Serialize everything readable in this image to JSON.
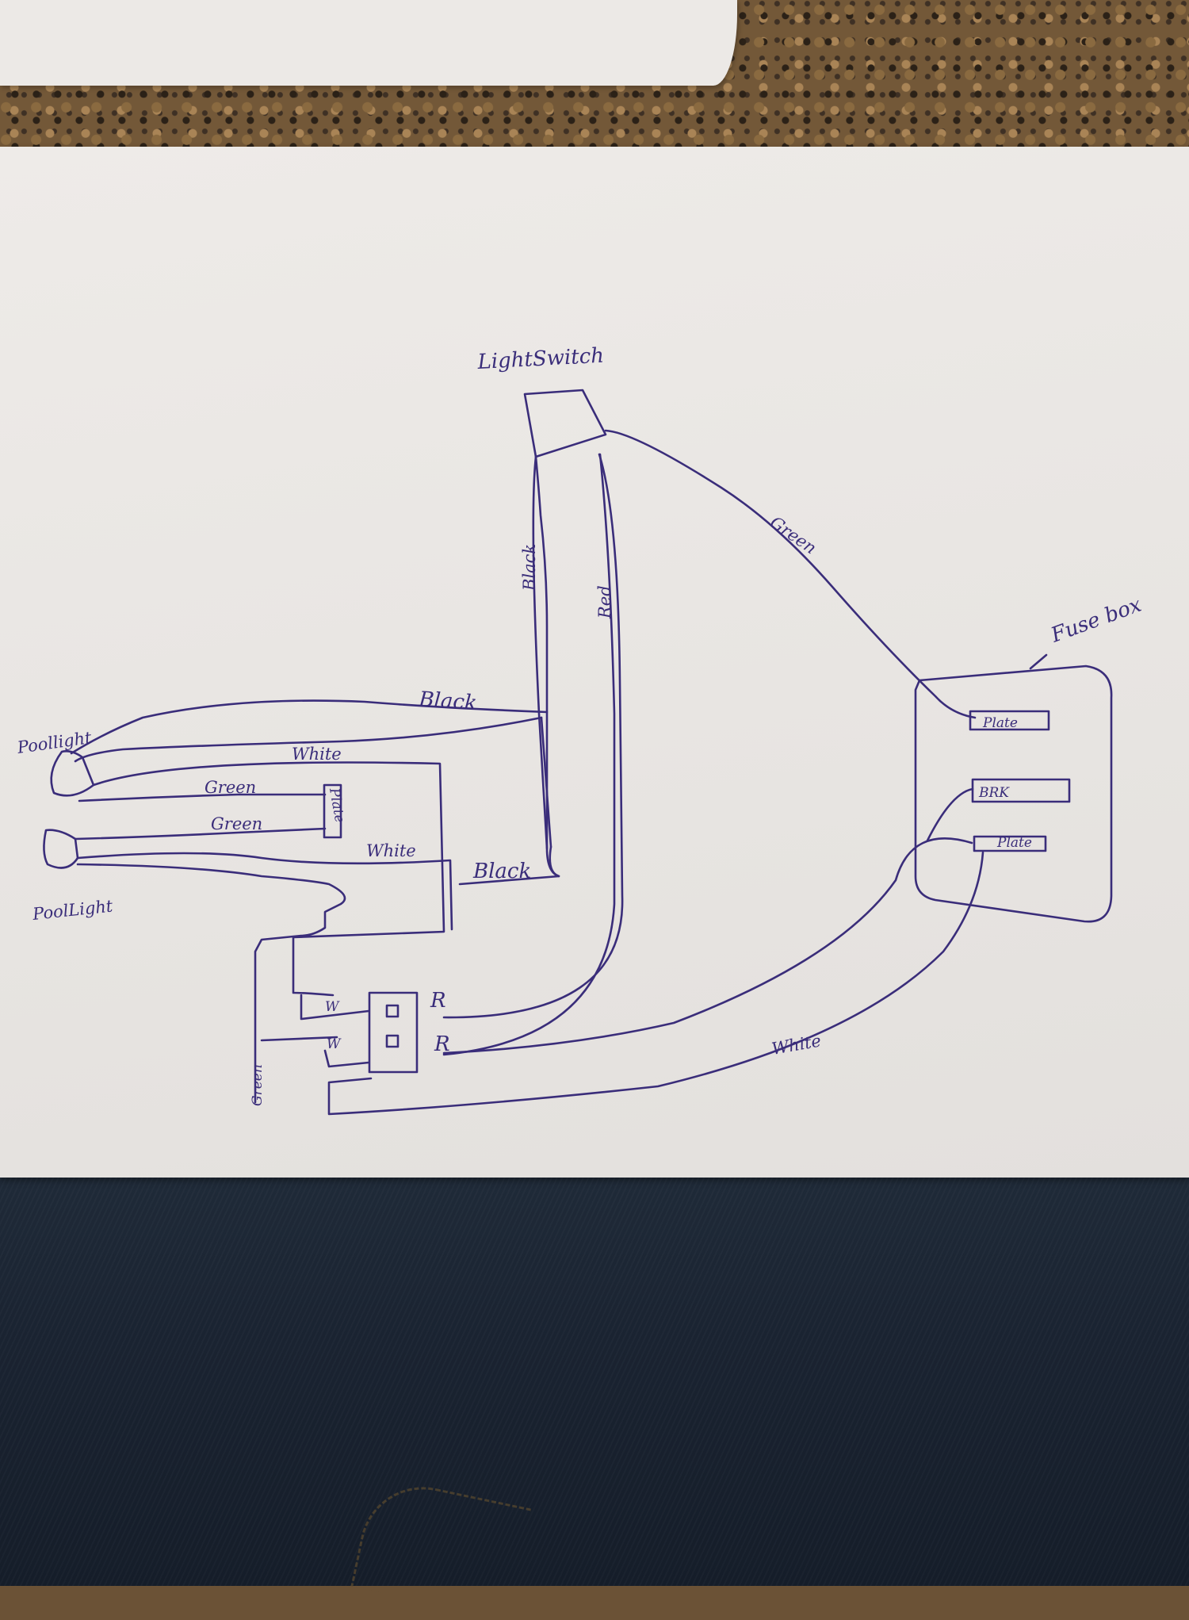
{
  "photo": {
    "paper_color": "#ece9e6",
    "ink_color": "#3a2d7a",
    "countertop": "granite",
    "foreground": "jeans"
  },
  "diagram": {
    "components": {
      "light_switch": "LightSwitch",
      "fuse_box": "Fuse box",
      "pool_light_top": "Poollight",
      "pool_light_bottom": "PoolLight"
    },
    "wires": {
      "black_switch": "Black",
      "red_switch": "Red",
      "green_switch_to_fuse": "Green",
      "black_to_pool_light": "Black",
      "white_top_light": "White",
      "green_top_light": "Green",
      "green_bottom_light": "Green",
      "white_bottom_light": "White",
      "black_junction": "Black",
      "green_ground": "Green",
      "white_to_fuse": "White"
    },
    "plates": {
      "light_ground_plate": "Plate",
      "fuse_plate_top": "Plate",
      "fuse_breaker": "BRK",
      "fuse_plate_bottom": "Plate"
    },
    "terminals": {
      "w_upper": "W",
      "w_lower": "W",
      "r_upper": "R",
      "r_lower": "R"
    }
  }
}
